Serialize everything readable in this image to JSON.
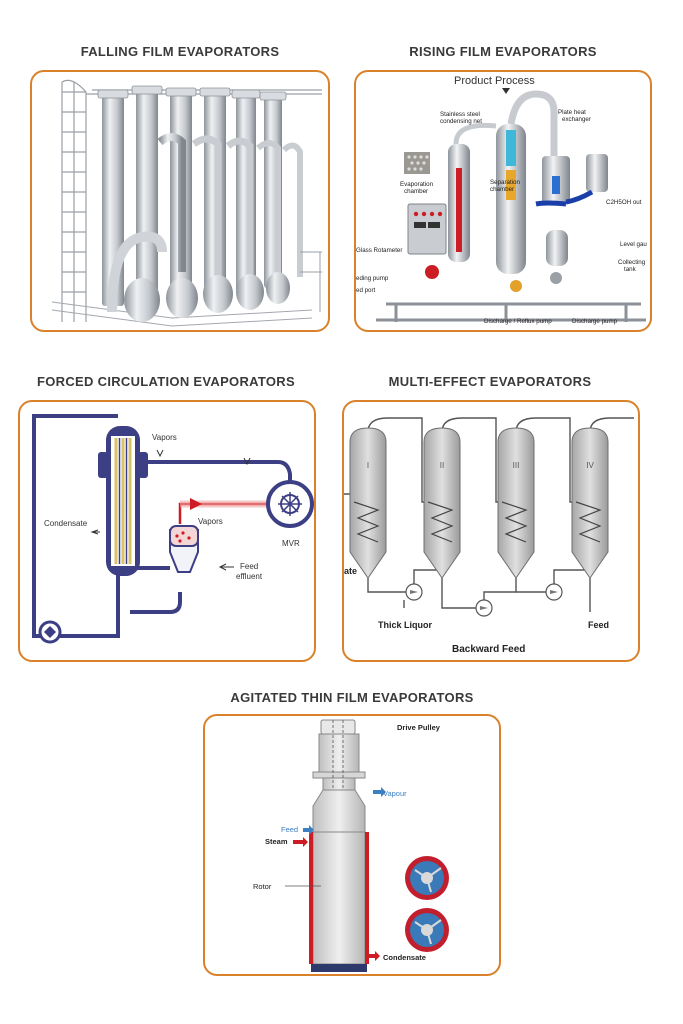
{
  "sections": {
    "falling_film": {
      "title": "FALLING FILM EVAPORATORS"
    },
    "rising_film": {
      "title": "RISING FILM EVAPORATORS",
      "labels": {
        "product_process": "Product Process",
        "stainless_net": "Stainless steel",
        "stainless_net2": "condensing net",
        "plate_heat": "Plate heat",
        "plate_heat2": "exchanger",
        "evaporation": "Evaporation",
        "evaporation2": "chamber",
        "separation": "Separation",
        "separation2": "chamber",
        "c2h5oh": "C2H5OH out",
        "glass_rotameter": "Glass Rotameter",
        "level_gauge": "Level gau",
        "feeding_pump": "eding pump",
        "feed_port": "ed port",
        "collecting": "Collecting",
        "collecting2": "tank",
        "discharge_reflux": "Discharge / Reflux pump",
        "discharge_pump": "Discharge pump"
      }
    },
    "forced_circulation": {
      "title": "FORCED CIRCULATION EVAPORATORS",
      "labels": {
        "vapors_top": "Vapors",
        "vapors_mid": "Vapors",
        "condensate": "Condensate",
        "mvr": "MVR",
        "feed": "Feed",
        "effluent": "effluent"
      }
    },
    "multi_effect": {
      "title": "MULTI-EFFECT EVAPORATORS",
      "labels": {
        "effects": [
          "I",
          "II",
          "III",
          "IV"
        ],
        "ate": "ate",
        "thick_liquor": "Thick Liquor",
        "feed": "Feed",
        "backward_feed": "Backward Feed"
      }
    },
    "agitated_thin_film": {
      "title": "AGITATED THIN FILM EVAPORATORS",
      "labels": {
        "drive_pulley": "Drive Pulley",
        "vapour": "Vapour",
        "feed": "Feed",
        "steam": "Steam",
        "rotor": "Rotor",
        "condensate": "Condensate"
      }
    }
  },
  "colors": {
    "border": "#d9822b",
    "title": "#3a3a3a",
    "pipe_navy": "#3d3f85",
    "steel": "#b9bdc3",
    "steam_red": "#cc1d24",
    "vapour_blue": "#3b7fc4"
  }
}
